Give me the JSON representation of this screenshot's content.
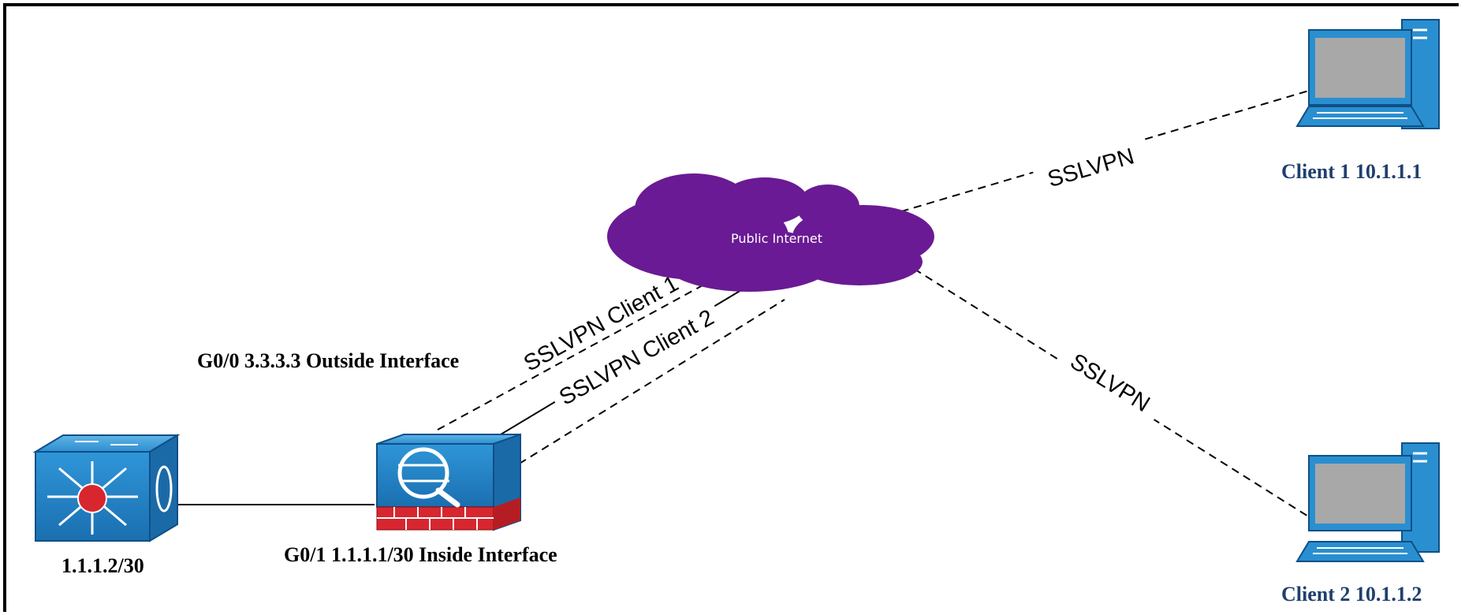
{
  "diagram": {
    "cloud_label": "Public Internet",
    "outside_interface": "G0/0 3.3.3.3 Outside Interface",
    "inside_interface": "G0/1  1.1.1.1/30 Inside Interface",
    "switch_ip": "1.1.1.2/30",
    "client1": "Client 1 10.1.1.1",
    "client2": "Client 2 10.1.1.2",
    "link_client1_vpn": "SSLVPN",
    "link_client2_vpn": "SSLVPN",
    "tunnel1": "SSLVPN Client 1",
    "tunnel2": "SSLVPN Client 2"
  },
  "icons": {
    "switch": "layer3-switch-icon",
    "firewall": "asa-firewall-icon",
    "cloud": "cloud-icon",
    "pc": "desktop-computer-icon"
  },
  "colors": {
    "device_blue": "#2a8fd0",
    "cloud_purple": "#6a1a94",
    "firewall_red": "#d8262f",
    "client_text": "#1f3f6e"
  }
}
